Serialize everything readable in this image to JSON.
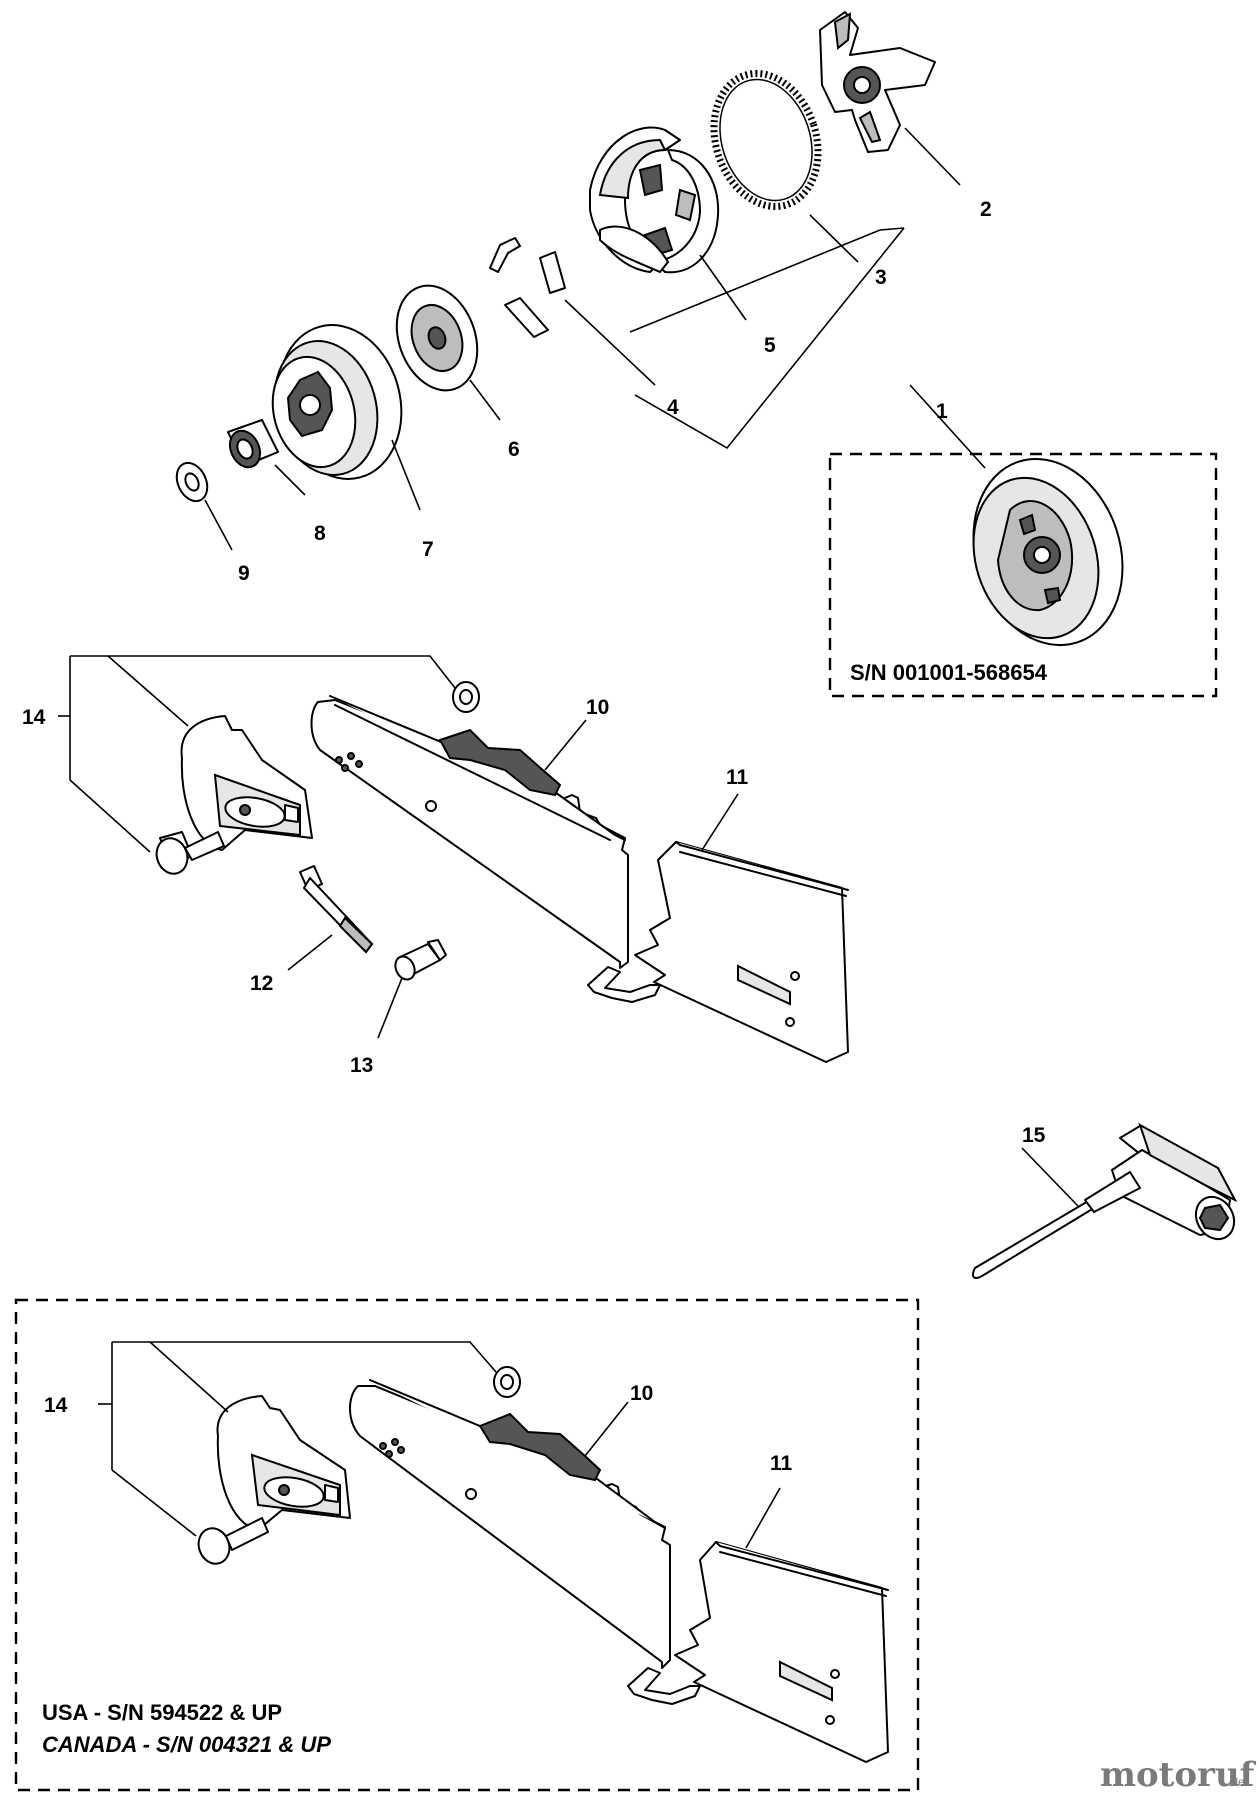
{
  "callouts": {
    "c1": "1",
    "c2": "2",
    "c3": "3",
    "c4": "4",
    "c5": "5",
    "c6": "6",
    "c7": "7",
    "c8": "8",
    "c9": "9",
    "c10": "10",
    "c11": "11",
    "c12": "12",
    "c13": "13",
    "c14": "14",
    "c15": "15",
    "c10b": "10",
    "c11b": "11",
    "c14b": "14"
  },
  "serial_notes": {
    "clutch_variant": "S/N 001001-568654",
    "usa": "USA - S/N 594522 & UP",
    "canada": "CANADA - S/N 004321 & UP"
  },
  "watermark": {
    "name": "motoruf",
    "suffix": ".de"
  }
}
